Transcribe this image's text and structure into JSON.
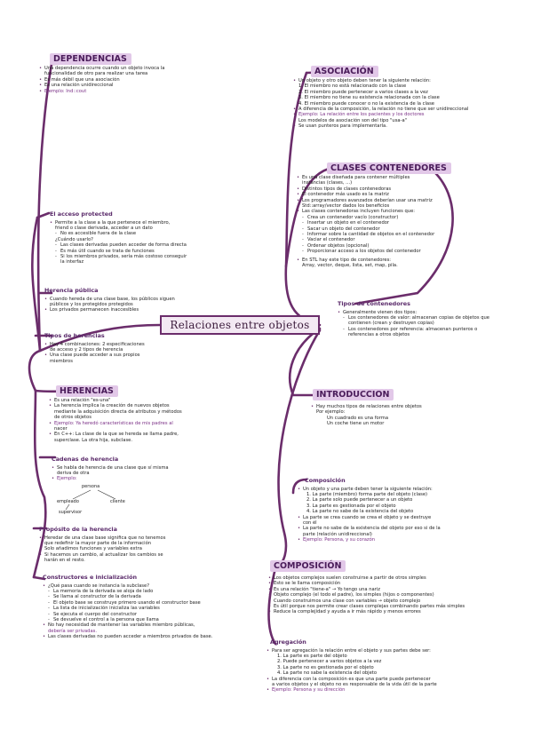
{
  "center": "Relaciones entre objetos",
  "dependencias": {
    "title": "DEPENDENCIAS",
    "lines": [
      "Una dependencia ocurre cuando un objeto invoca la",
      "funcionalidad de otro para realizar una tarea",
      "Es más débil que una asociación",
      "Es una relación unidireccional",
      "Ejemplo: Ind::cout"
    ]
  },
  "acceso_protected": {
    "title": "El acceso protected",
    "lines": [
      "Permite a la clase a la que pertenece el miembro,",
      "friend o clase derivada, acceder a un dato",
      "No es accesible fuera de la clase",
      "¿Cuándo usarlo?",
      "Las clases derivadas pueden acceder de forma directa",
      "Es más útil cuando se trata de funciones",
      "Si los miembros privados, sería más costoso conseguir",
      "la interfaz"
    ]
  },
  "herencia_publica": {
    "title": "Herencia pública",
    "lines": [
      "Cuando hereda de una clase base, los públicos siguen",
      "públicos y los protegidos protegidos",
      "Los privados permanecen inaccesibles"
    ]
  },
  "tipos_herencias": {
    "title": "Tipos de herencias",
    "lines": [
      "Hay 4 combinaciones: 2 especificaciones",
      "de acceso y 2 tipos de herencia",
      "Una clase puede acceder a sus propios",
      "miembros"
    ]
  },
  "herencias": {
    "title": "HERENCIAS",
    "lines": [
      "Es una relación \"es-una\"",
      "La herencia implica la creación de nuevos objetos",
      "mediante la adquisición directa de atributos y métodos",
      "de otros objetos",
      "Ejemplo: Ya heredó características de mis padres al",
      "nacer",
      "En C++: La clase de la que se hereda se llama padre,",
      "superclase. La otra hija, subclase."
    ]
  },
  "cadenas_herencia": {
    "title": "Cadenas de herencia",
    "lines": [
      "Se habla de herencia de una clase que sí misma",
      "deriva de otra",
      "Ejemplo:"
    ],
    "diagram": [
      "persona",
      "empleado",
      "cliente",
      "supervisor"
    ]
  },
  "proposito_herencia": {
    "title": "Propósito de la herencia",
    "lines": [
      "Heredar de una clase base significa que no tenemos",
      "que redefinir la mayor parte de la información",
      "Solo añadimos funciones y variables extra",
      "Si hacemos un cambio, al actualizar los cambios se",
      "harán en el resto."
    ]
  },
  "constructores": {
    "title": "Constructores e inicialización",
    "lines": [
      "¿Qué pasa cuando se instancia la subclase?",
      "La memoria de la derivada se aloja de lado",
      "Se llama al constructor de la derivada",
      "El objeto base se construye primero usando el constructor base",
      "La lista de inicialización inicializa las variables",
      "Se ejecuta el cuerpo del constructor",
      "Se devuelve el control a la persona que llama",
      "No hay necesidad de mantener las variables miembro públicas,",
      "debería ser privadas.",
      "Las clases derivadas no pueden acceder a miembros privados de base."
    ]
  },
  "asociacion": {
    "title": "ASOCIACIÓN",
    "lines": [
      "Un objeto y otro objeto deben tener la siguiente relación:",
      "1. El miembro no está relacionado con la clase",
      "2. El miembro puede pertenecer a varios clases a la vez",
      "3. El miembro no tiene su existencia relacionada con la clase",
      "4. El miembro puede conocer o no la existencia de la clase",
      "A diferencia de la composición, la relación no tiene que ser unidireccional",
      "Ejemplo: La relación entre los pacientes y los doctores",
      "Los modelos de asociación son del tipo \"usa-a\"",
      "Se usan punteros para implementarla."
    ]
  },
  "clases_contenedoras": {
    "title": "CLASES CONTENEDORES",
    "lines": [
      "Es una clase diseñada para contener múltiples",
      "instancias (clases, ...)",
      "Distintos tipos de clases contenedoras",
      "El contenedor más usado es la matriz",
      "Los programadores avanzados deberían usar una matriz",
      "Std::array/vector dados los beneficios",
      "Las clases contenedoras incluyen funciones que:",
      "Crea un contenedor vacío (constructor)",
      "Insertar un objeto en el contenedor",
      "Sacar un objeto del contenedor",
      "Informar sobre la cantidad de objetos en el contenedor",
      "Vaciar el contenedor",
      "Ordenar objetos (opcional)",
      "Proporcionar acceso a los objetos del contenedor",
      "En STL hay este tipo de contenedores:",
      "Array, vector, deque, lista, set, map, pila."
    ]
  },
  "tipos_contenedores": {
    "title": "Tipos de contenedores",
    "lines": [
      "Generalmente vienen dos tipos:",
      "Los contenedores de valor: almacenan copias de objetos que",
      "contienen (crean y destruyen copias)",
      "Los contenedores por referencia: almacenan punteros o",
      "referencias a otros objetos"
    ]
  },
  "introduccion": {
    "title": "INTRODUCCION",
    "lines": [
      "Hay muchos tipos de relaciones entre objetos",
      "Por ejemplo:",
      "Un cuadrado es una forma",
      "Un coche tiene un motor"
    ]
  },
  "composicion_small": {
    "title": "Composición",
    "lines": [
      "Un objeto y una parte deben tener la siguiente relación:",
      "1. La parte (miembro) forma parte del objeto (clase)",
      "2. La parte solo puede pertenecer a un objeto",
      "3. La parte es gestionada por el objeto",
      "4. La parte no sabe de la existencia del objeto",
      "La parte se crea cuando se crea el objeto y se destruye",
      "con él",
      "La parte no sabe de la existencia del objeto por eso si de la",
      "parte (relación unidireccional)",
      "Ejemplo: Persona, y su corazón"
    ]
  },
  "composicion": {
    "title": "COMPOSICIÓN",
    "lines": [
      "Los objetos complejos suelen construirse a partir de otros simples",
      "Esto se le llama composición",
      "Es una relación \"tiene-a\" → Yo tengo una nariz",
      "Objeto complejo (el todo el padre), los simples (hijos o componentes)",
      "Cuando construimos una clase con variables → objeto complejo",
      "Es útil porque nos permite crear clases complejas combinando partes más simples",
      "Reduce la complejidad y ayuda a ir más rápido y menos errores"
    ]
  },
  "agregacion": {
    "title": "Agregación",
    "lines": [
      "Para ser agregación la relación entre el objeto y sus partes debe ser:",
      "1. La parte es parte del objeto",
      "2. Puede pertenecer a varios objetos a la vez",
      "3. La parte no es gestionada por el objeto",
      "4. La parte no sabe la existencia del objeto",
      "La diferencia con la composición es que una parte puede pertenecer",
      "a varios objetos y el objeto no es responsable de la vida útil de la parte",
      "Ejemplo: Persona y su dirección"
    ]
  }
}
